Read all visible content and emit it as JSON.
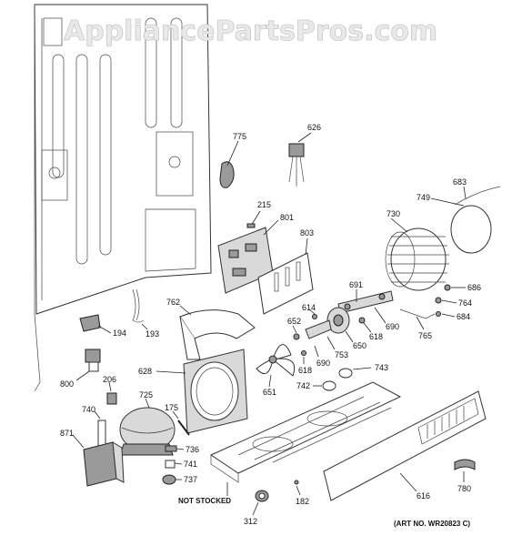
{
  "watermark": "AppliancePartsPros.com",
  "art_number": "(ART NO. WR20823 C)",
  "not_stocked_label": "NOT STOCKED",
  "labels": {
    "p775": "775",
    "p626": "626",
    "p683": "683",
    "p749": "749",
    "p215": "215",
    "p801": "801",
    "p730": "730",
    "p803": "803",
    "p686": "686",
    "p691": "691",
    "p764": "764",
    "p614": "614",
    "p684": "684",
    "p762": "762",
    "p652": "652",
    "p690a": "690",
    "p618a": "618",
    "p765": "765",
    "p194": "194",
    "p193": "193",
    "p753": "753",
    "p650": "650",
    "p618b": "618",
    "p690b": "690",
    "p743": "743",
    "p628": "628",
    "p742": "742",
    "p651": "651",
    "p800": "800",
    "p206": "206",
    "p725": "725",
    "p740": "740",
    "p175": "175",
    "p871": "871",
    "p736": "736",
    "p741": "741",
    "p737": "737",
    "p182": "182",
    "p616": "616",
    "p780": "780",
    "p312": "312"
  }
}
